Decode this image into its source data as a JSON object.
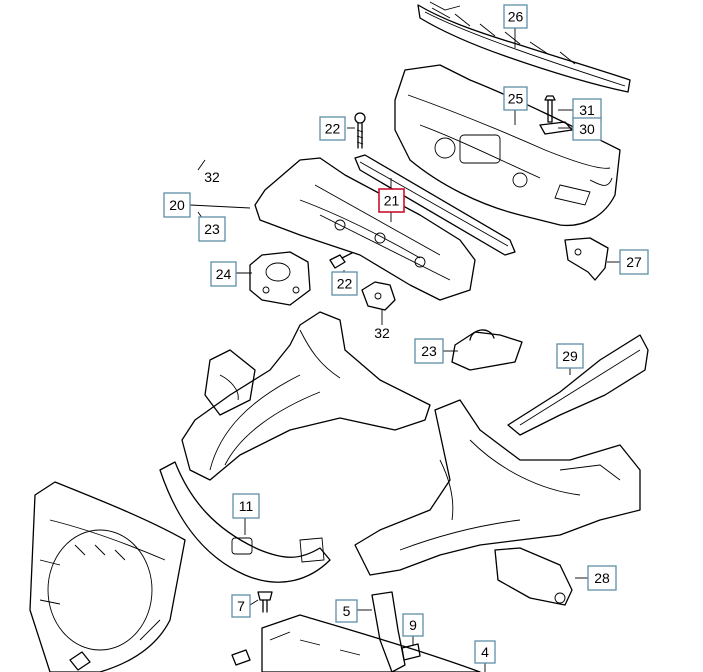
{
  "colors": {
    "label_border": "#5e8ea8",
    "highlight_border": "#c8102e",
    "ink": "#000000"
  },
  "callouts": {
    "c26": "26",
    "c25": "25",
    "c31": "31",
    "c30": "30",
    "c22a": "22",
    "c21": "21",
    "c20": "20",
    "c32a": "32",
    "c23a": "23",
    "c24": "24",
    "c22b": "22",
    "c27": "27",
    "c32b": "32",
    "c23b": "23",
    "c29": "29",
    "c11": "11",
    "c28": "28",
    "c7": "7",
    "c5": "5",
    "c9": "9",
    "c4": "4"
  },
  "highlighted_callout": "21"
}
